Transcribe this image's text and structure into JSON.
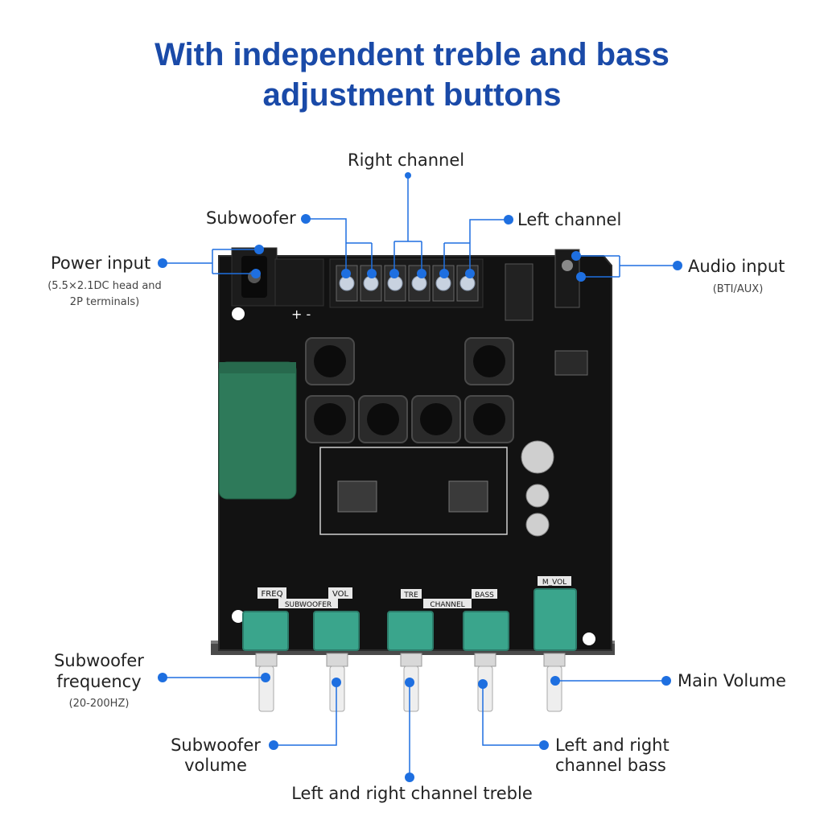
{
  "title": {
    "line1": "With independent treble and bass",
    "line2": "adjustment buttons"
  },
  "callouts": {
    "right_channel": "Right channel",
    "subwoofer": "Subwoofer",
    "left_channel": "Left channel",
    "power_input": "Power input",
    "power_input_note1": "(5.5×2.1DC head and",
    "power_input_note2": "2P terminals)",
    "audio_input": "Audio input",
    "audio_input_note": "(BTI/AUX)",
    "subwoofer_frequency_line1": "Subwoofer",
    "subwoofer_frequency_line2": "frequency",
    "subwoofer_frequency_note": "(20-200HZ)",
    "main_volume": "Main Volume",
    "subwoofer_volume_line1": "Subwoofer",
    "subwoofer_volume_line2": "volume",
    "lr_bass_line1": "Left and right",
    "lr_bass_line2": "channel bass",
    "lr_treble": "Left and right channel treble"
  },
  "board_labels": {
    "freq": "FREQ",
    "subwoofer": "SUBWOOFER",
    "vol": "VOL",
    "tre": "TRE",
    "channel": "CHANNEL",
    "bass": "BASS",
    "m_vol": "M_VOL"
  },
  "colors": {
    "title": "#1a4aa8",
    "callout_line": "#1e6fe0",
    "pcb": "#121212",
    "pot": "#3aa58c",
    "capacitor": "#2e7a5a"
  }
}
